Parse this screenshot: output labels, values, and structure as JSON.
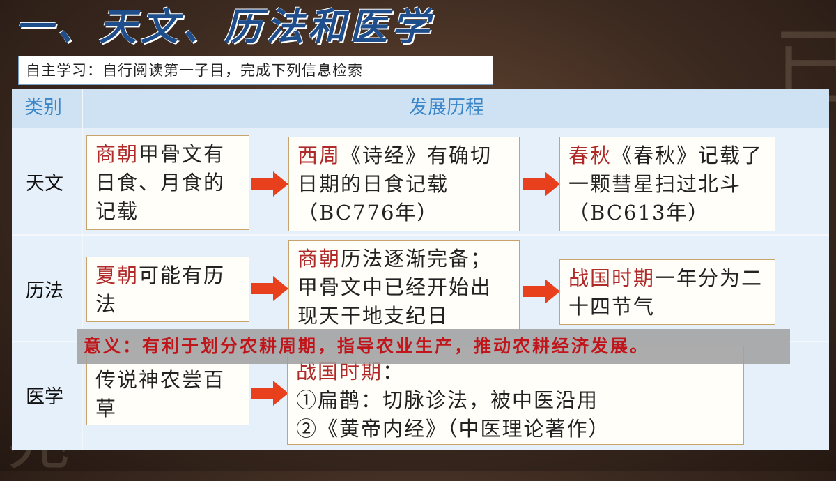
{
  "title": "一、天文、历法和医学",
  "instruction": "自主学习：自行阅读第一子目，完成下列信息检索",
  "table": {
    "header_category": "类别",
    "header_development": "发展历程"
  },
  "rows": [
    {
      "category": "天文",
      "boxes": [
        {
          "highlight": "商朝",
          "text": "甲骨文有日食、月食的记载"
        },
        {
          "highlight": "西周",
          "text": "《诗经》有确切日期的日食记载（BC776年）"
        },
        {
          "highlight": "春秋",
          "text": "《春秋》记载了一颗彗星扫过北斗（BC613年）"
        }
      ]
    },
    {
      "category": "历法",
      "boxes": [
        {
          "highlight": "夏朝",
          "text": "可能有历法"
        },
        {
          "highlight": "商朝",
          "text": "历法逐渐完备；甲骨文中已经开始出现天干地支纪日"
        },
        {
          "highlight": "战国时期",
          "text": "一年分为二十四节气"
        }
      ]
    },
    {
      "category": "医学",
      "boxes": [
        {
          "highlight": "",
          "text": "传说神农尝百草"
        },
        {
          "highlight": "战国时期",
          "text": "："
        },
        {
          "highlight": "",
          "text": "①扁鹊：切脉诊法，被中医沿用"
        },
        {
          "highlight": "",
          "text": "②《黄帝内经》（中医理论著作）"
        }
      ]
    }
  ],
  "significance": "意义：有利于划分农耕周期，指导农业生产，推动农耕经济发展。",
  "colors": {
    "title": "#1f4e8c",
    "highlight_red": "#b02a2a",
    "arrow": "#e8401c",
    "header_text": "#3a86c8",
    "overlay_text": "#c0151b"
  }
}
